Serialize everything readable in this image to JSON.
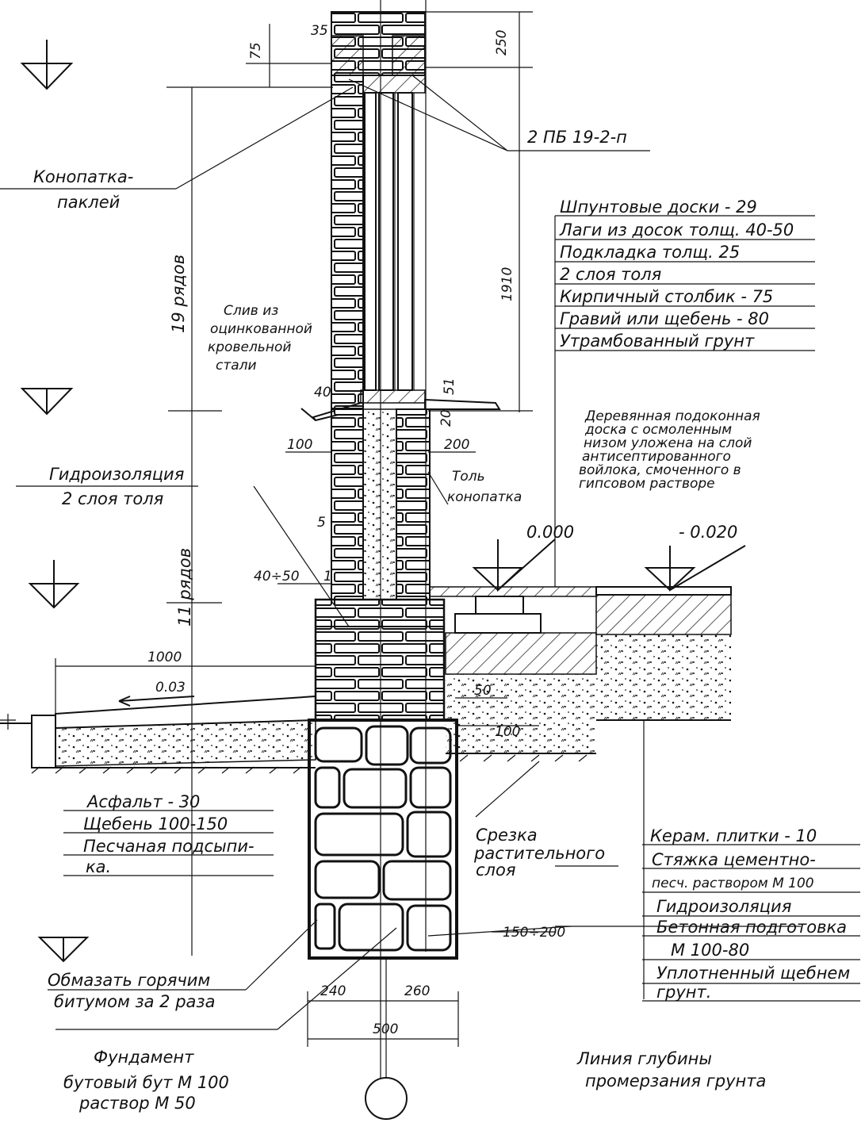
{
  "labels": {
    "konopatka": "Конопатка-",
    "paklei": "паклей",
    "sliv_1": "Слив из",
    "sliv_2": "оцинкованной",
    "sliv_3": "кровельной",
    "sliv_4": "стали",
    "lintel": "2 ПБ 19-2-п",
    "gidro_1": "Гидроизоляция",
    "gidro_2": "2 слоя толя",
    "tol": "Толь",
    "tol_2": "конопатка",
    "podok_1": "Деревянная подоконная",
    "podok_2": "доска с осмоленным",
    "podok_3": "низом уложена на слой",
    "podok_4": "антисептированного",
    "podok_5": "войлока, смоченного в",
    "podok_6": "гипсовом растворе",
    "srezka_1": "Срезка",
    "srezka_2": "растительного",
    "srezka_3": "слоя",
    "obmazat_1": "Обмазать горячим",
    "obmazat_2": "битумом за 2 раза",
    "fund_1": "Фундамент",
    "fund_2": "бутовый бут М 100",
    "fund_3": "раствор М 50",
    "liniya_1": "Линия глубины",
    "liniya_2": "промерзания грунта"
  },
  "floor_layers": [
    "Шпунтовые доски - 29",
    "Лаги из досок толщ. 40-50",
    "Подкладка толщ. 25",
    "2 слоя толя",
    "Кирпичный столбик - 75",
    "Гравий или щебень - 80",
    "Утрамбованный грунт"
  ],
  "pavement_layers": [
    "Асфальт - 30",
    "Щебень 100-150",
    "Песчаная подсыпи-",
    "ка."
  ],
  "tile_floor_layers": [
    "Керам. плитки - 10",
    "Стяжка цементно-",
    "песч. раствором М 100",
    "Гидроизоляция",
    "Бетонная подготовка",
    "М 100-80",
    "Уплотненный щебнем",
    "грунт."
  ],
  "dimensions": {
    "d35": "35",
    "d75": "75",
    "d250": "250",
    "rows19": "19 рядов",
    "d1910": "1910",
    "d40": "40",
    "d51": "51",
    "d20": "20",
    "d100": "100",
    "d200": "200",
    "d5": "5",
    "d40_50": "40÷50",
    "d1": "1",
    "rows11": "11 рядов",
    "d1000": "1000",
    "slope": "0.03",
    "d50": "50",
    "d100b": "100",
    "d150_200": "150÷200",
    "d240": "240",
    "d260": "260",
    "d500": "500"
  },
  "levels": {
    "zero": "0.000",
    "minus": "- 0.020"
  }
}
